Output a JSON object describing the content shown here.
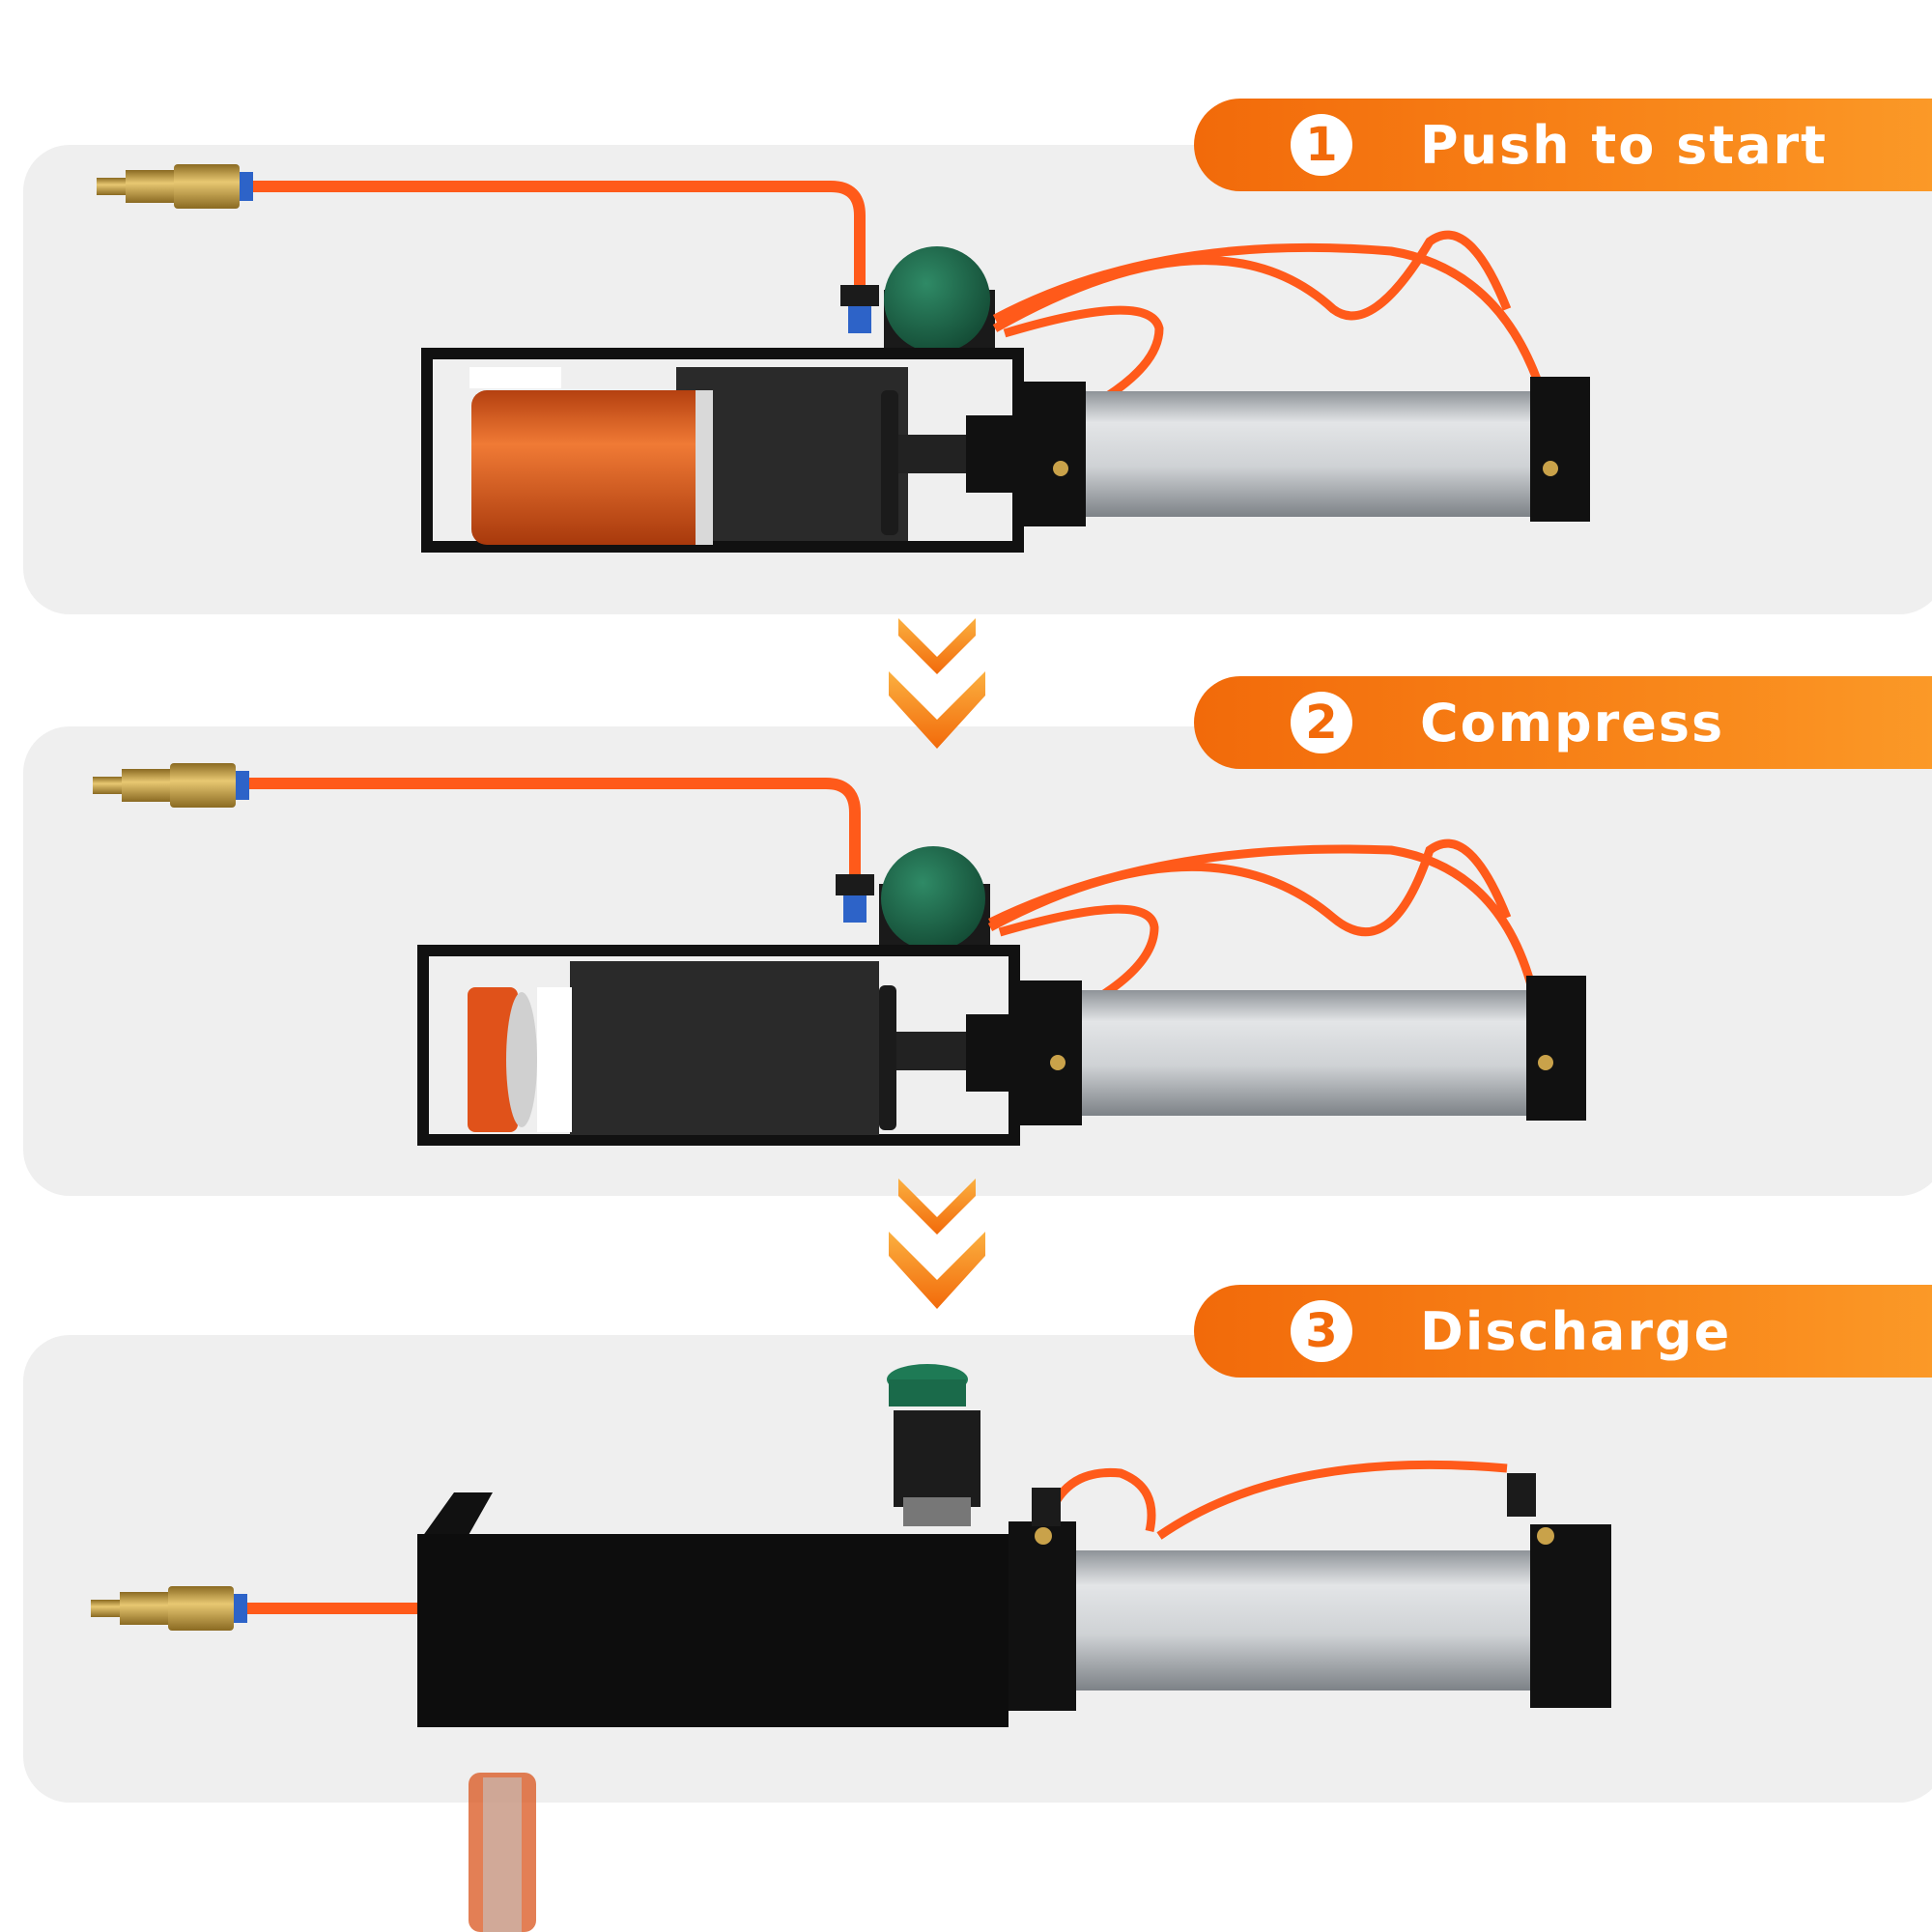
{
  "steps": [
    {
      "number": "1",
      "label": "Push to start"
    },
    {
      "number": "2",
      "label": "Compress"
    },
    {
      "number": "3",
      "label": "Discharge"
    }
  ],
  "colors": {
    "accent": "#f26a0a",
    "tube": "#ff5a1a",
    "button": "#1f6e4f",
    "panel": "#efefef",
    "frame": "#111111",
    "cylinder": "#c9ccd0",
    "brass": "#c9a24a",
    "can": "#d2561b"
  },
  "icons": [
    "down-arrow-icon",
    "push-button-icon",
    "air-fitting-icon"
  ]
}
